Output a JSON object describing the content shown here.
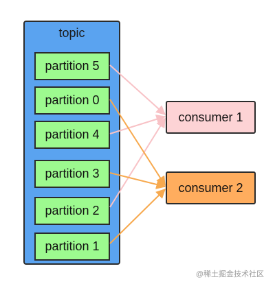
{
  "topic": {
    "title": "topic",
    "partitions": [
      {
        "label": "partition 5",
        "consumer": 1
      },
      {
        "label": "partition 0",
        "consumer": 2
      },
      {
        "label": "partition 4",
        "consumer": 1
      },
      {
        "label": "partition 3",
        "consumer": 2
      },
      {
        "label": "partition 2",
        "consumer": 1
      },
      {
        "label": "partition 1",
        "consumer": 2
      }
    ]
  },
  "consumers": [
    {
      "label": "consumer 1"
    },
    {
      "label": "consumer 2"
    }
  ],
  "colors": {
    "topic_bg": "#5aa3f0",
    "partition_bg": "#9dfa8f",
    "consumer1_bg": "#fdd3d5",
    "consumer2_bg": "#ffad5e",
    "arrow_consumer1": "#f8c2c6",
    "arrow_consumer2": "#f7a94e"
  },
  "watermark": "@稀土掘金技术社区"
}
